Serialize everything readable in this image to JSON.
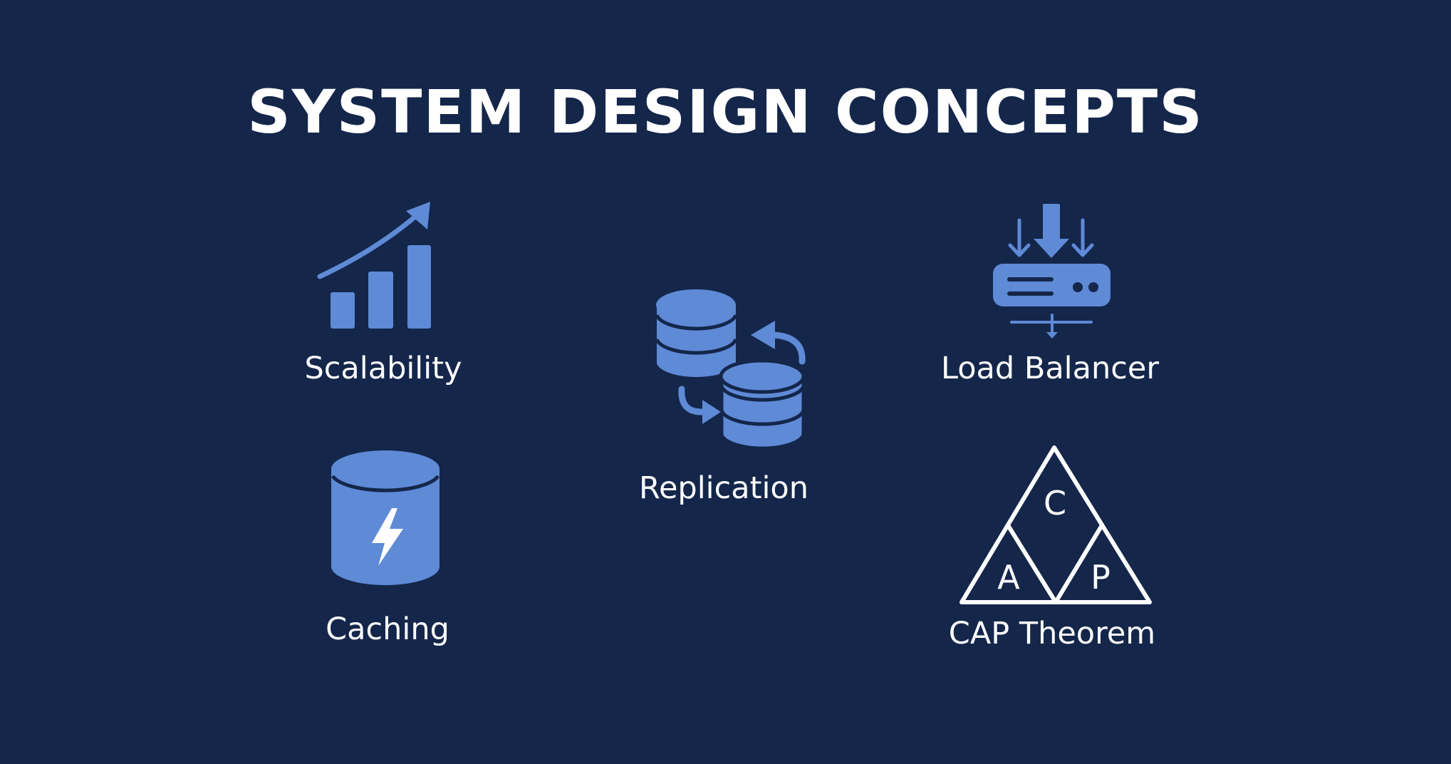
{
  "title": "SYSTEM DESIGN CONCEPTS",
  "colors": {
    "background": "#14264a",
    "icon": "#5e8ad6",
    "text": "#ffffff"
  },
  "concepts": [
    {
      "label": "Scalability",
      "icon": "bar-chart-growth-icon"
    },
    {
      "label": "Caching",
      "icon": "cache-database-lightning-icon"
    },
    {
      "label": "Replication",
      "icon": "database-replication-icon"
    },
    {
      "label": "Load Balancer",
      "icon": "load-balancer-server-icon"
    },
    {
      "label": "CAP Theorem",
      "icon": "cap-triangle-icon"
    }
  ],
  "cap": {
    "c": "C",
    "a": "A",
    "p": "P"
  }
}
